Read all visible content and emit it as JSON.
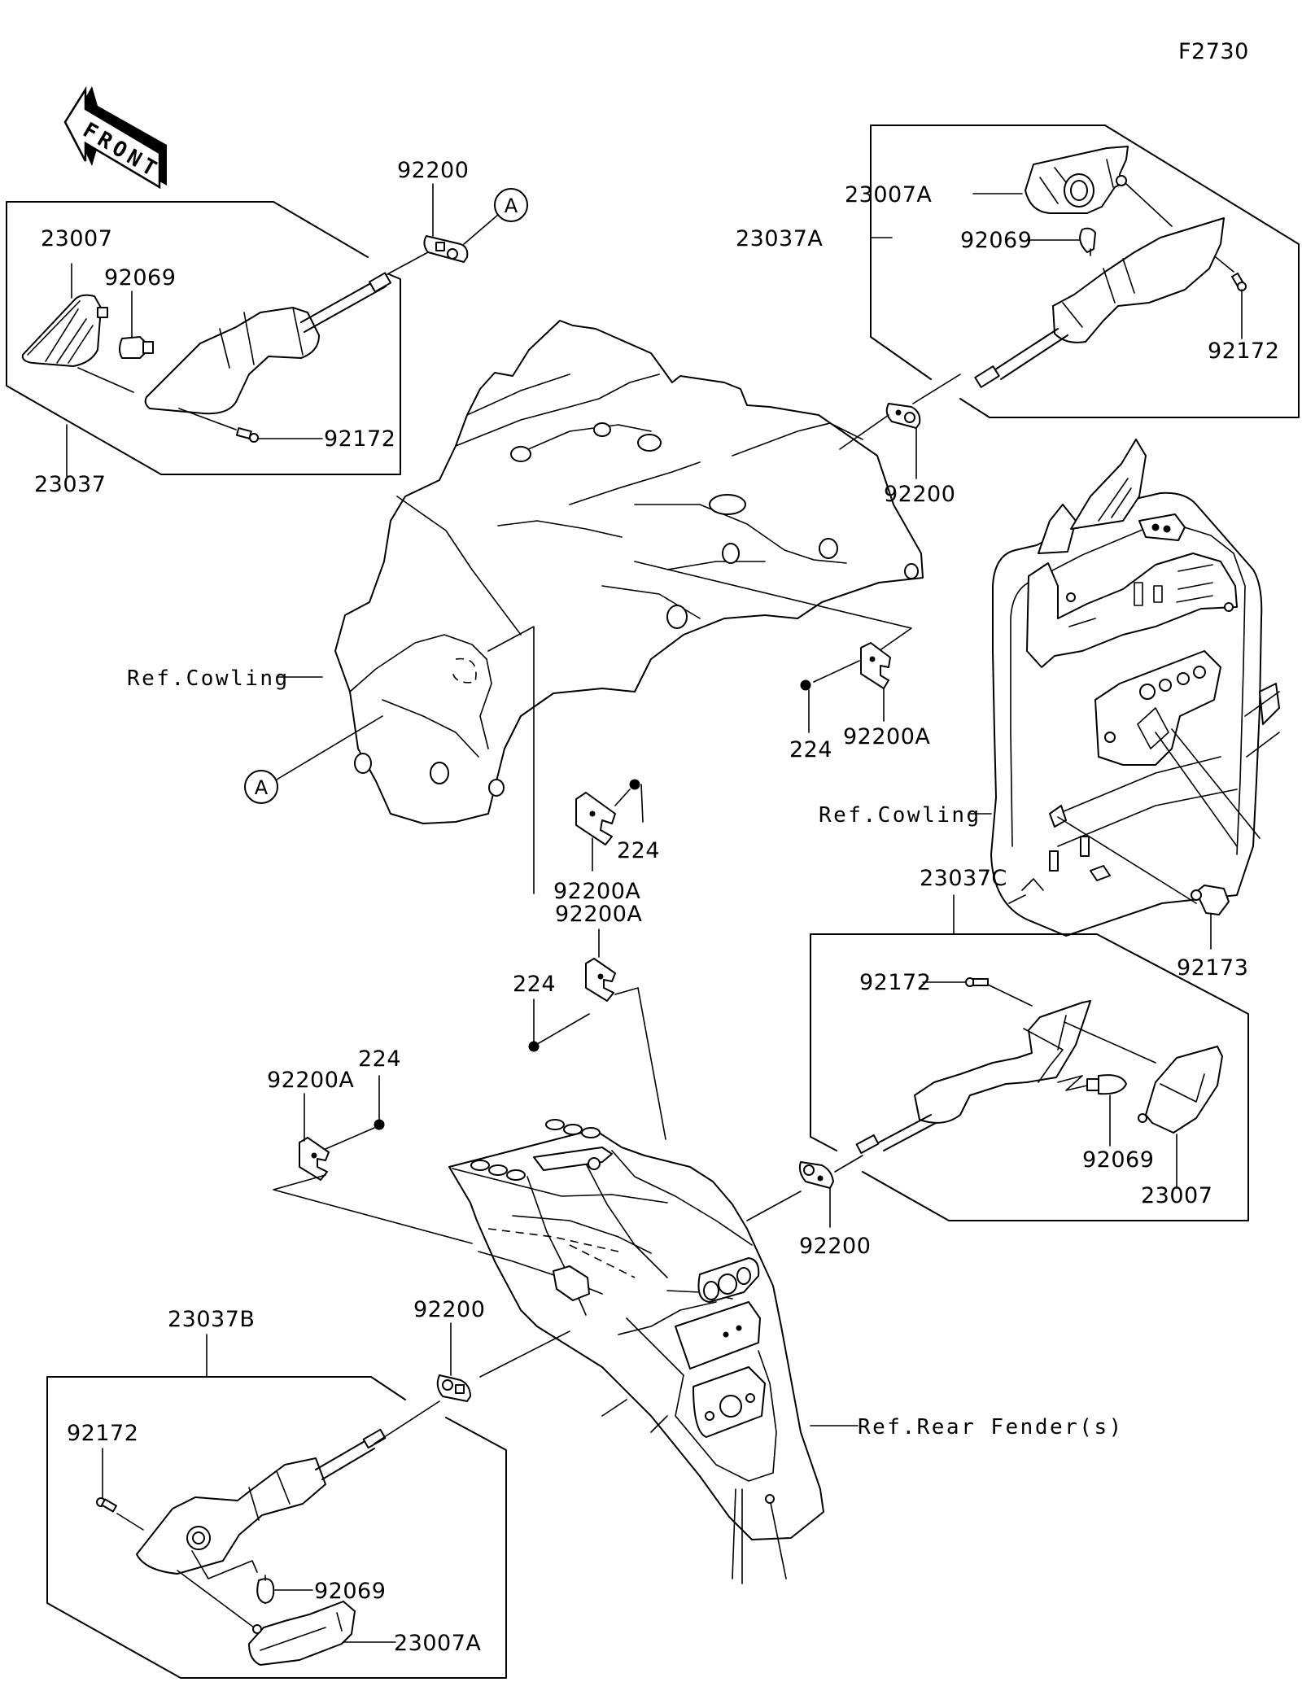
{
  "diagram": {
    "figure_id": "F2730",
    "front_label": "FRONT",
    "front_letters": [
      "F",
      "R",
      "O",
      "N",
      "T"
    ],
    "connector_marker": "A",
    "groups": {
      "front_left": {
        "assembly": "23037",
        "lens": "23007",
        "bulb": "92069",
        "screw": "92172",
        "grommet": "92200"
      },
      "front_right": {
        "assembly": "23037A",
        "lens": "23007A",
        "bulb": "92069",
        "screw": "92172",
        "grommet": "92200"
      },
      "rear_right": {
        "assembly": "23037C",
        "lens": "23007",
        "bulb": "92069",
        "screw": "92172",
        "grommet": "92200"
      },
      "rear_left": {
        "assembly": "23037B",
        "lens": "23007A",
        "bulb": "92069",
        "screw": "92172",
        "grommet": "92200"
      }
    },
    "brackets": {
      "cowl_right_bracket": "92200A",
      "cowl_right_bolt": "224",
      "cowl_center_bracket": "92200A",
      "cowl_center_bolt": "224",
      "fender_top_bracket": "92200A",
      "fender_top_bolt": "224",
      "fender_left_bracket": "92200A",
      "fender_left_bolt": "224"
    },
    "clip": "92173",
    "references": {
      "cowling_front": "Ref.Cowling",
      "cowling_frame": "Ref.Cowling",
      "rear_fender": "Ref.Rear Fender(s)"
    }
  }
}
